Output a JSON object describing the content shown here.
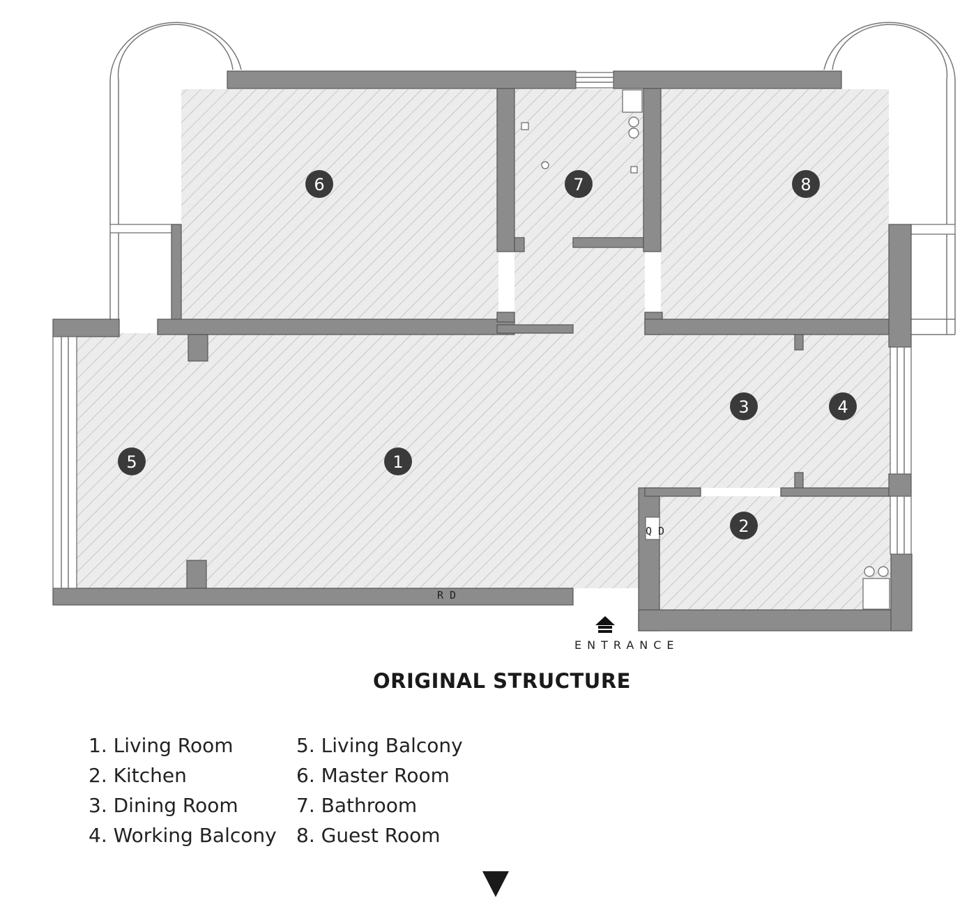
{
  "title": "ORIGINAL STRUCTURE",
  "entrance_label": "ENTRANCE",
  "fixture_labels": {
    "qd": "Q D",
    "rd": "R D"
  },
  "room_markers": [
    "1",
    "2",
    "3",
    "4",
    "5",
    "6",
    "7",
    "8"
  ],
  "legend_left": [
    "1. Living Room",
    "2. Kitchen",
    "3. Dining Room",
    "4. Working Balcony"
  ],
  "legend_right": [
    "5. Living Balcony",
    "6. Master Room",
    "7. Bathroom",
    "8. Guest Room"
  ],
  "colors": {
    "wall": "#8c8c8c",
    "hatch_line": "#bdbdbd",
    "hatch_bg": "#ececec",
    "marker": "#3a3a3a"
  }
}
